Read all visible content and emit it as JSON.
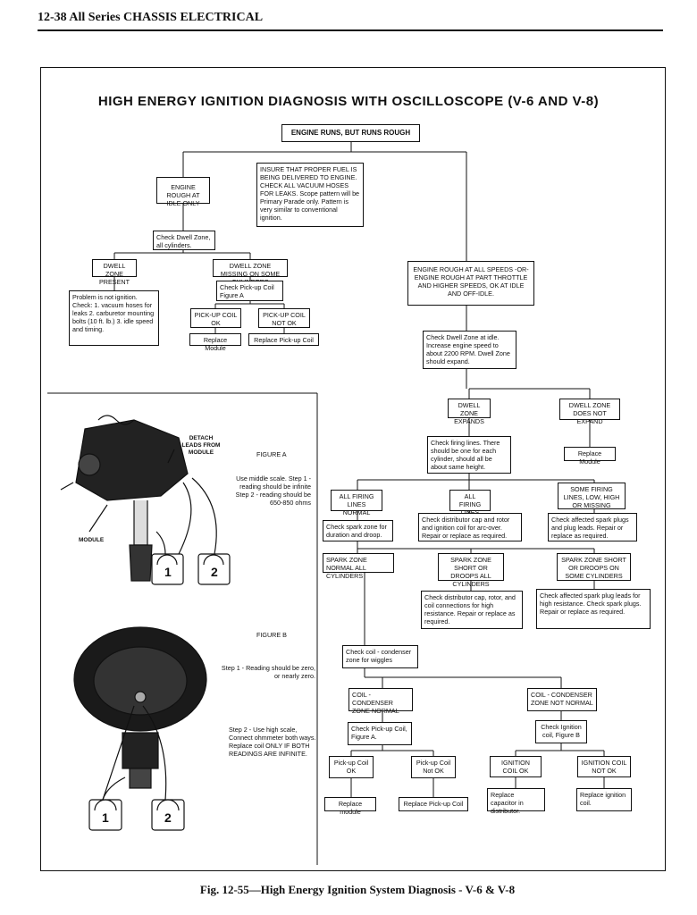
{
  "header": {
    "page_ref": "12-38 All Series CHASSIS ELECTRICAL"
  },
  "title": "HIGH ENERGY IGNITION DIAGNOSIS WITH OSCILLOSCOPE (V-6 AND V-8)",
  "caption": "Fig. 12-55—High Energy Ignition System Diagnosis - V-6 & V-8",
  "nodes": {
    "root": "ENGINE RUNS, BUT RUNS ROUGH",
    "rough_idle": "ENGINE ROUGH AT IDLE ONLY",
    "insure_fuel": "INSURE THAT PROPER FUEL IS BEING DELIVERED TO ENGINE. CHECK ALL VACUUM HOSES FOR LEAKS. Scope pattern will be Primary Parade only. Pattern is very similar to conventional ignition.",
    "check_dwell_all": "Check Dwell Zone, all cylinders.",
    "dwell_present": "DWELL ZONE PRESENT",
    "dwell_missing": "DWELL ZONE MISSING ON SOME CYLINDERS",
    "not_ignition": "Problem is not ignition. Check: 1. vacuum hoses for leaks 2. carburetor mounting bolts (10 ft. lb.) 3. idle speed and timing.",
    "check_pickup_a": "Check Pick-up Coil Figure A",
    "pickup_ok": "PICK-UP COIL OK",
    "pickup_not_ok": "PICK-UP COIL NOT OK",
    "replace_module_1": "Replace Module",
    "replace_pickup_1": "Replace Pick-up Coil",
    "rough_all": "ENGINE ROUGH AT ALL SPEEDS -OR- ENGINE ROUGH AT PART THROTTLE AND HIGHER SPEEDS, OK AT IDLE AND OFF-IDLE.",
    "check_dwell_idle": "Check Dwell Zone at idle. Increase engine speed to about 2200 RPM. Dwell Zone should expand.",
    "dwell_expands": "DWELL ZONE EXPANDS",
    "dwell_no_expand": "DWELL ZONE DOES NOT EXPAND",
    "replace_module_2": "Replace Module",
    "check_firing": "Check firing lines. There should be one for each cylinder, should all be about same height.",
    "all_firing_normal": "ALL FIRING LINES NORMAL",
    "all_firing_low": "ALL FIRING LINES LOW.",
    "some_firing": "SOME FIRING LINES, LOW, HIGH OR MISSING",
    "check_spark_zone": "Check spark zone for duration and droop.",
    "check_distributor_cap": "Check distributor cap and rotor and ignition coil for arc-over. Repair or replace as required.",
    "check_spark_plugs": "Check affected spark plugs and plug leads. Repair or replace as required.",
    "spark_normal": "SPARK ZONE NORMAL ALL CYLINDERS",
    "spark_short_all": "SPARK ZONE SHORT OR DROOPS ALL CYLINDERS",
    "spark_short_some": "SPARK ZONE SHORT OR DROOPS ON SOME CYLINDERS",
    "check_dist_connections": "Check distributor cap, rotor, and coil connections for high resistance. Repair or replace as required.",
    "check_plug_leads": "Check affected spark plug leads for high resistance. Check spark plugs. Repair or replace as required.",
    "check_condenser": "Check coil - condenser zone for wiggles",
    "condenser_normal": "COIL - CONDENSER ZONE NORMAL",
    "condenser_not_normal": "COIL - CONDENSER ZONE NOT NORMAL",
    "check_pickup_a2": "Check Pick-up Coil, Figure A.",
    "check_ignition_b": "Check Ignition coil, Figure B",
    "pickup_ok_2": "Pick-up Coil OK",
    "pickup_not_ok_2": "Pick-up Coil Not OK",
    "ign_ok": "IGNITION COIL OK",
    "ign_not_ok": "IGNITION COIL NOT OK",
    "replace_module_3": "Replace module",
    "replace_pickup_3": "Replace Pick-up Coil",
    "replace_capacitor": "Replace capacitor in distributor.",
    "replace_ign_coil": "Replace ignition coil."
  },
  "figures": {
    "detach": "DETACH LEADS FROM MODULE",
    "module": "MODULE",
    "figure_a": "FIGURE A",
    "fig_a_text": "Use middle scale. Step 1 - reading should be infinite Step 2 - reading should be 650-850 ohms",
    "figure_b": "FIGURE B",
    "fig_b_step1": "Step 1 - Reading should be zero, or nearly zero.",
    "fig_b_step2": "Step 2 - Use high scale, Connect ohmmeter both ways. Replace coil ONLY IF BOTH READINGS ARE INFINITE.",
    "meter1": "1",
    "meter2": "2"
  }
}
